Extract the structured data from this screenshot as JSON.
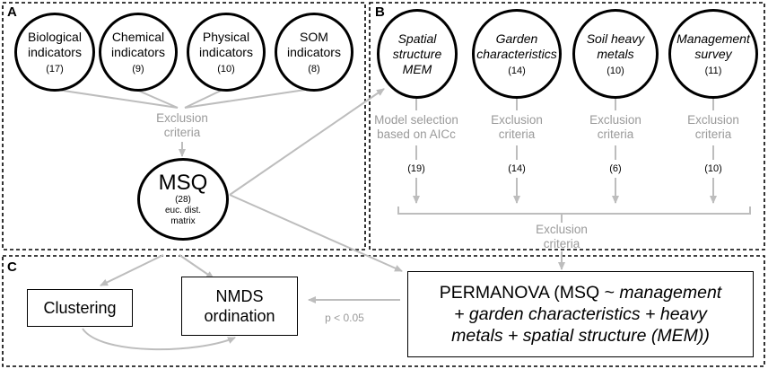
{
  "panels": {
    "a": "A",
    "b": "B",
    "c": "C"
  },
  "panel_a": {
    "indicators": [
      {
        "title_line1": "Biological",
        "title_line2": "indicators",
        "count": "(17)"
      },
      {
        "title_line1": "Chemical",
        "title_line2": "indicators",
        "count": "(9)"
      },
      {
        "title_line1": "Physical",
        "title_line2": "indicators",
        "count": "(10)"
      },
      {
        "title_line1": "SOM",
        "title_line2": "indicators",
        "count": "(8)"
      }
    ],
    "exclusion_line1": "Exclusion",
    "exclusion_line2": "criteria",
    "msq": {
      "title": "MSQ",
      "count": "(28)",
      "sub_line1": "euc. dist.",
      "sub_line2": "matrix"
    }
  },
  "panel_b": {
    "groups": [
      {
        "title_line1": "Spatial",
        "title_line2": "structure",
        "title_line3": "MEM",
        "count": "",
        "selection_line1": "Model selection",
        "selection_line2": "based on  AICc",
        "after_count": "(19)"
      },
      {
        "title_line1": "Garden",
        "title_line2": "characteristics",
        "title_line3": "",
        "count": "(14)",
        "selection_line1": "Exclusion",
        "selection_line2": "criteria",
        "after_count": "(14)"
      },
      {
        "title_line1": "Soil heavy",
        "title_line2": "metals",
        "title_line3": "",
        "count": "(10)",
        "selection_line1": "Exclusion",
        "selection_line2": "criteria",
        "after_count": "(6)"
      },
      {
        "title_line1": "Management",
        "title_line2": "survey",
        "title_line3": "",
        "count": "(11)",
        "selection_line1": "Exclusion",
        "selection_line2": "criteria",
        "after_count": "(10)"
      }
    ],
    "exclusion_line1": "Exclusion",
    "exclusion_line2": "criteria"
  },
  "panel_c": {
    "clustering": "Clustering",
    "nmds_line1": "NMDS",
    "nmds_line2": "ordination",
    "p_value": "p < 0.05",
    "permanova_line1_plain": "PERMANOVA (MSQ ~ ",
    "permanova_line1_italic": "management",
    "permanova_line2": "+ garden characteristics + heavy",
    "permanova_line3": "metals + spatial structure (MEM))"
  },
  "colors": {
    "arrow": "#bdbdbd",
    "text_gray": "#9a9a9a",
    "stroke": "#000000"
  }
}
